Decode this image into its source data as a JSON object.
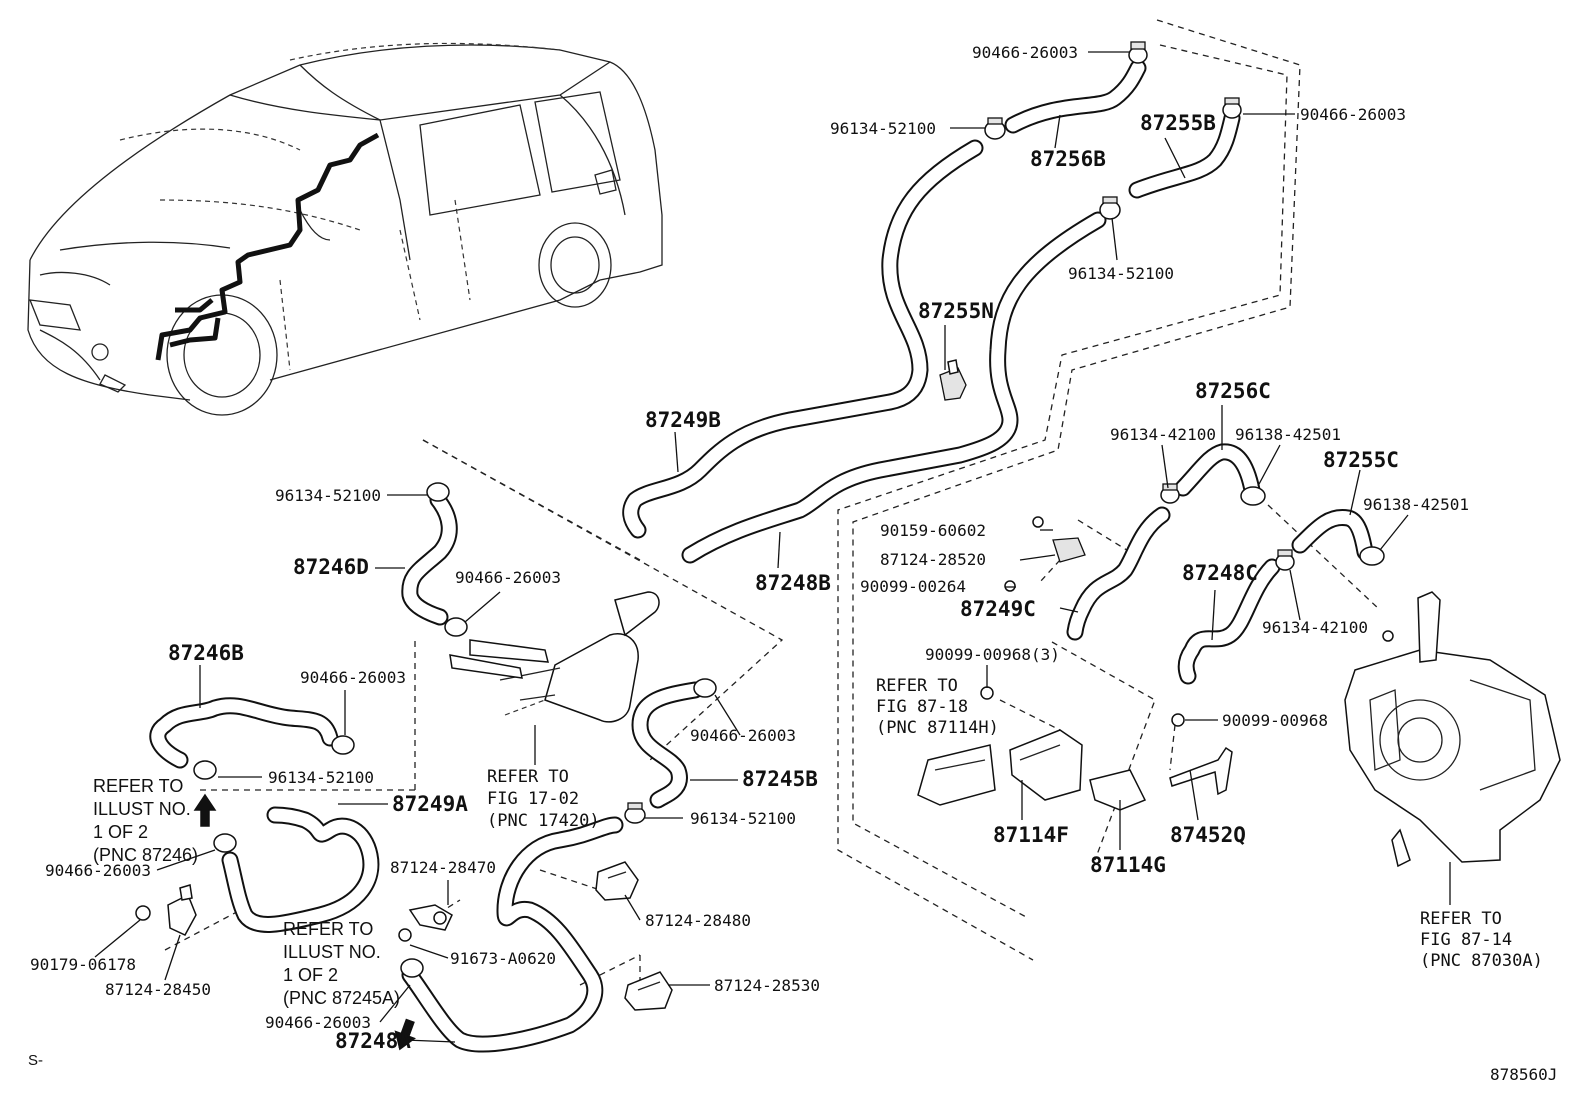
{
  "labels": {
    "p_90466_26003_a": "90466-26003",
    "p_96134_52100_a": "96134-52100",
    "p_87256B": "87256B",
    "p_87255B": "87255B",
    "p_90466_26003_b": "90466-26003",
    "p_96134_52100_b": "96134-52100",
    "p_87255N": "87255N",
    "p_87249B": "87249B",
    "p_87248B": "87248B",
    "p_87256C": "87256C",
    "p_96134_42100_a": "96134-42100",
    "p_96138_42501_a": "96138-42501",
    "p_87255C": "87255C",
    "p_96138_42501_b": "96138-42501",
    "p_90159_60602": "90159-60602",
    "p_87124_28520": "87124-28520",
    "p_90099_00264": "90099-00264",
    "p_87249C": "87249C",
    "p_87248C": "87248C",
    "p_96134_42100_b": "96134-42100",
    "p_90099_00968_3": "90099-00968(3)",
    "p_90099_00968": "90099-00968",
    "p_87114F": "87114F",
    "p_87114G": "87114G",
    "p_87452Q": "87452Q",
    "p_96134_52100_c": "96134-52100",
    "p_87246D": "87246D",
    "p_90466_26003_c": "90466-26003",
    "p_87246B": "87246B",
    "p_90466_26003_d": "90466-26003",
    "p_96134_52100_d": "96134-52100",
    "p_87249A": "87249A",
    "p_90466_26003_e": "90466-26003",
    "p_90179_06178": "90179-06178",
    "p_87124_28450": "87124-28450",
    "p_90466_26003_f": "90466-26003",
    "p_87245B": "87245B",
    "p_96134_52100_e": "96134-52100",
    "p_87124_28470": "87124-28470",
    "p_87124_28480": "87124-28480",
    "p_91673_A0620": "91673-A0620",
    "p_87124_28530": "87124-28530",
    "p_90466_26003_g": "90466-26003",
    "p_87248A": "87248A"
  },
  "references": {
    "fig_87_18": [
      "REFER TO",
      "FIG 87-18",
      "(PNC 87114H)"
    ],
    "fig_17_02": [
      "REFER TO",
      "FIG 17-02",
      "(PNC 17420)"
    ],
    "fig_87_14": [
      "REFER TO",
      "FIG 87-14",
      "(PNC 87030A)"
    ],
    "illust_87246": [
      "REFER TO",
      "ILLUST NO.",
      "1 OF 2",
      "(PNC 87246)"
    ],
    "illust_87245A": [
      "REFER TO",
      "ILLUST NO.",
      "1 OF 2",
      "(PNC 87245A)"
    ]
  },
  "footer": {
    "sheet_mark": "S-",
    "illustration_no": "878560J"
  }
}
